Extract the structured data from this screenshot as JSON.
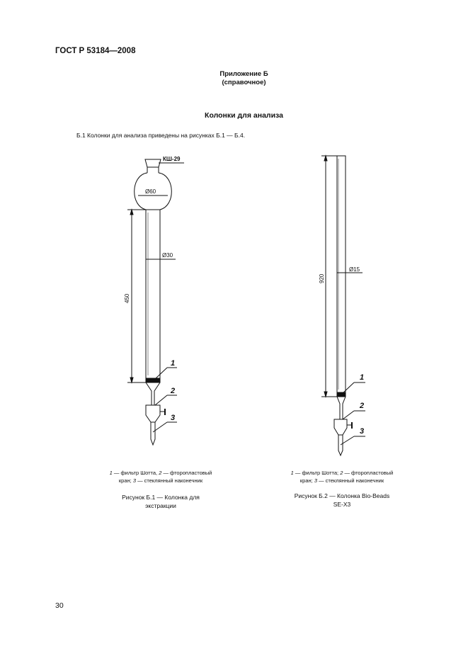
{
  "header": {
    "standard": "ГОСТ Р 53184—2008"
  },
  "annex": {
    "title": "Приложение Б",
    "type": "(справочное)"
  },
  "section_title": "Колонки для анализа",
  "intro_text": "Б.1  Колонки для анализа приведены на рисунках Б.1 — Б.4.",
  "figure1": {
    "joint_label": "КШ-29",
    "bulb_diameter": "Ø60",
    "tube_diameter": "Ø30",
    "length": "450",
    "callouts": [
      "1",
      "2",
      "3"
    ],
    "legend": {
      "n1": "1",
      "t1": " — фильтр    Шотта,    ",
      "n2": "2",
      "t2": " — фторопластовый",
      "t3": "кран; ",
      "n3": "3",
      "t4": " — стеклянный наконечник"
    },
    "caption_line1": "Рисунок Б.1 — Колонка для",
    "caption_line2": "экстракции"
  },
  "figure2": {
    "tube_diameter": "Ø15",
    "length": "920",
    "callouts": [
      "1",
      "2",
      "3"
    ],
    "legend": {
      "n1": "1",
      "t1": " — фильтр    Шотта;    ",
      "n2": "2",
      "t2": " — фторопластовый",
      "t3": "кран; ",
      "n3": "3",
      "t4": " — стеклянный наконечник"
    },
    "caption_line1": "Рисунок Б.2 — Колонка Bio-Beads",
    "caption_line2": "SE-X3"
  },
  "footer": {
    "page_number": "30"
  }
}
